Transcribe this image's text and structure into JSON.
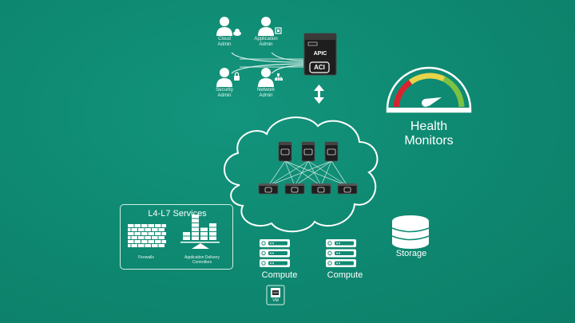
{
  "admins": [
    {
      "line1": "Cloud",
      "line2": "Admin",
      "badge": "cloud-icon"
    },
    {
      "line1": "Application",
      "line2": "Admin",
      "badge": "app-window-icon"
    },
    {
      "line1": "Security",
      "line2": "Admin",
      "badge": "lock-icon"
    },
    {
      "line1": "Network",
      "line2": "Admin",
      "badge": "network-tree-icon"
    }
  ],
  "apic": {
    "label": "APIC",
    "logo": "ACI"
  },
  "health": {
    "line1": "Health",
    "line2": "Monitors",
    "colors": {
      "red": "#d9232e",
      "yellow": "#e8d44a",
      "green": "#7cc242"
    }
  },
  "fabric": {
    "spines": 3,
    "leaves": 4
  },
  "services": {
    "title": "L4-L7 Services",
    "firewalls": "Firewalls",
    "adc_line1": "Application Delivery",
    "adc_line2": "Controllers"
  },
  "compute": [
    {
      "label": "Compute"
    },
    {
      "label": "Compute"
    }
  ],
  "vm": {
    "app": "APP",
    "label": "VM"
  },
  "storage": {
    "label": "Storage"
  },
  "colors": {
    "background": "#0f8a72",
    "foreground": "#ffffff",
    "device": "#1e1e1e"
  }
}
